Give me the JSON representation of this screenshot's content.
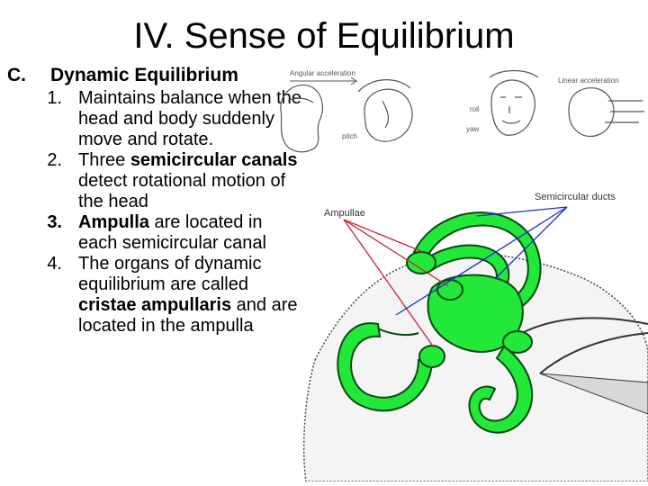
{
  "title": "IV. Sense of Equilibrium",
  "section": {
    "letter": "C.",
    "heading": "Dynamic Equilibrium",
    "items": [
      {
        "num": "1.",
        "parts": [
          {
            "t": "Maintains balance when the head and body suddenly move and rotate.",
            "b": false
          }
        ]
      },
      {
        "num": "2.",
        "parts": [
          {
            "t": "Three ",
            "b": false
          },
          {
            "t": "semicircular canals",
            "b": true
          },
          {
            "t": " detect rotational motion of the head",
            "b": false
          }
        ]
      },
      {
        "num": "3.",
        "numBold": true,
        "parts": [
          {
            "t": "Ampulla",
            "b": true
          },
          {
            "t": " are located in each semicircular canal",
            "b": false
          }
        ]
      },
      {
        "num": "4.",
        "parts": [
          {
            "t": "The organs of dynamic equilibrium are called ",
            "b": false
          },
          {
            "t": "cristae ampullaris",
            "b": true
          },
          {
            "t": " and are located in the ampulla",
            "b": false
          }
        ]
      }
    ]
  },
  "diagram_top": {
    "label_angular": "Angular acceleration",
    "label_linear": "Linear acceleration",
    "label_roll": "roll",
    "label_pitch": "pitch",
    "label_yaw": "yaw"
  },
  "diagram_main": {
    "label_ampullae": "Ampullae",
    "label_ducts": "Semicircular ducts",
    "colors": {
      "labyrinth": "#22e83a",
      "outline": "#0a4a12",
      "ampullae_lines": "#cc2233",
      "duct_lines": "#1a2fd0"
    }
  }
}
